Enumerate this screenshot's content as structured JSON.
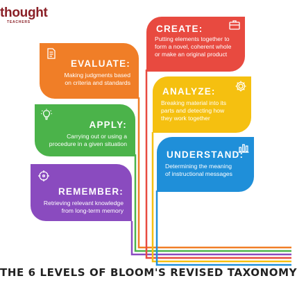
{
  "logo": {
    "word": "thought",
    "sub": "TEACHERS"
  },
  "footer": {
    "title": "THE 6 LEVELS OF BLOOM'S REVISED TAXONOMY"
  },
  "colors": {
    "create": "#e84a40",
    "analyze": "#f5c010",
    "understand": "#1f8fd9",
    "evaluate": "#f07e27",
    "apply": "#4bb34a",
    "remember": "#8a4bbf"
  },
  "levels": {
    "create": {
      "title": "CREATE:",
      "desc_lines": [
        "Putting elements together to",
        "form a novel, coherent whole",
        "or make an original product"
      ],
      "icon": "briefcase-icon"
    },
    "analyze": {
      "title": "ANALYZE:",
      "desc_lines": [
        "Breaking material into its",
        "parts and detecting how",
        "they work together"
      ],
      "icon": "gear-icon"
    },
    "understand": {
      "title": "UNDERSTAND:",
      "desc_lines": [
        "Determining the meaning",
        "of instructional messages"
      ],
      "icon": "bar-chart-icon"
    },
    "evaluate": {
      "title": "EVALUATE:",
      "desc_lines": [
        "Making judgments based",
        "on criteria and standards"
      ],
      "icon": "document-icon"
    },
    "apply": {
      "title": "APPLY:",
      "desc_lines": [
        "Carrying out or using a",
        "procedure in a given situation"
      ],
      "icon": "lightbulb-icon"
    },
    "remember": {
      "title": "REMEMBER:",
      "desc_lines": [
        "Retrieving relevant knowledge",
        "from long-term memory"
      ],
      "icon": "target-icon"
    }
  }
}
